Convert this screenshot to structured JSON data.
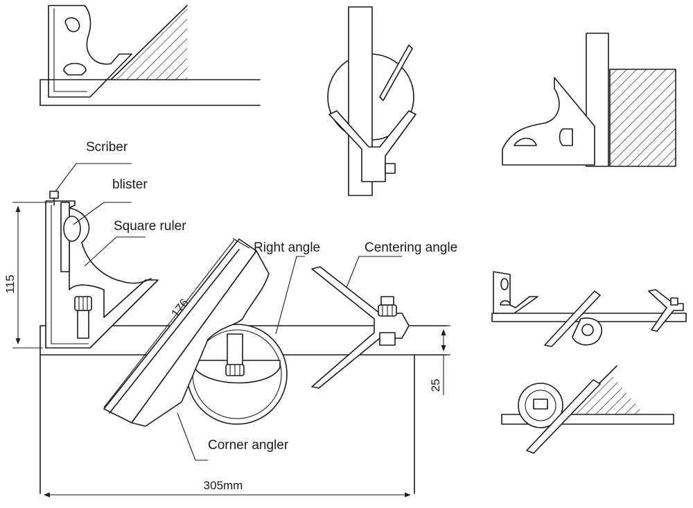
{
  "labels": {
    "scriber": "Scriber",
    "blister": "blister",
    "square_ruler": "Square ruler",
    "right_angle": "Right angle",
    "centering_angle": "Centering angle",
    "corner_angler": "Corner angler"
  },
  "dimensions": {
    "height": "115",
    "diagonal": "176",
    "offset": "25",
    "length": "305mm"
  }
}
